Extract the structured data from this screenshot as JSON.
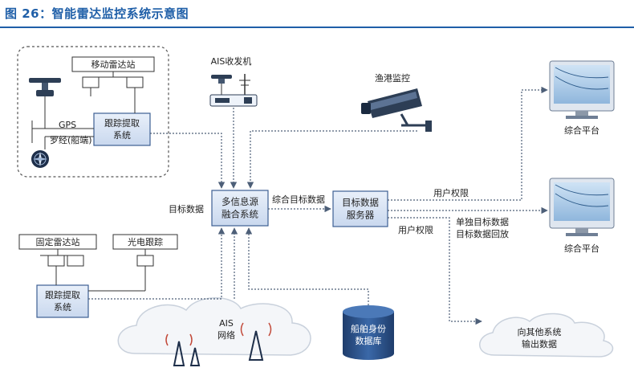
{
  "figure": {
    "title": "图 26：智能雷达监控系统示意图"
  },
  "nodes": {
    "mobile_radar": "移动雷达站",
    "gps": "GPS",
    "compass": "罗经(船端)",
    "tracking_top": "跟踪提取\n系统",
    "ais_receiver": "AIS收发机",
    "fishing_port": "渔港监控",
    "fusion": "多信息源\n融合系统",
    "target_server": "目标数据\n服务器",
    "platform_top": "综合平台",
    "platform_bottom": "综合平台",
    "fixed_radar": "固定雷达站",
    "optical_tracking": "光电跟踪",
    "tracking_bottom": "跟踪提取\n系统",
    "ais_network": "AIS\n网络",
    "ship_db": "船舶身份\n数据库",
    "other_systems": "向其他系统\n输出数据"
  },
  "edge_labels": {
    "target_data": "目标数据",
    "combined_target_data": "综合目标数据",
    "user_permission_top": "用户权限",
    "user_permission_bottom": "用户权限",
    "single_target": "单独目标数据",
    "playback": "目标数据回放"
  },
  "colors": {
    "accent": "#1f5fa8",
    "box_fill": "#ffffff",
    "server_fill": "#2a4f86",
    "arrow": "#5a6f8a"
  }
}
